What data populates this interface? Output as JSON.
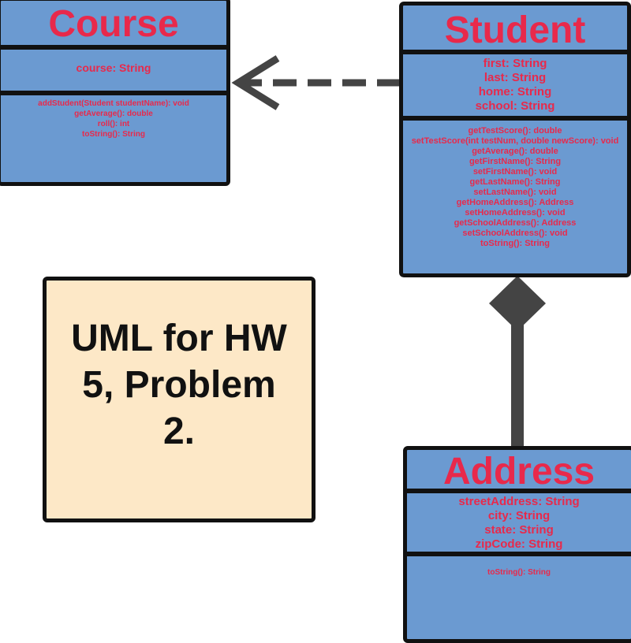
{
  "colors": {
    "class_fill": "#6b9ad1",
    "class_text": "#e8294b",
    "border": "#111111",
    "note_fill": "#fde8c7",
    "note_text": "#111111",
    "connector": "#444444"
  },
  "course": {
    "name": "Course",
    "attributes": [
      "course: String"
    ],
    "operations": [
      "addStudent(Student studentName): void",
      "getAverage(): double",
      "roll(): int",
      "toString(): String"
    ]
  },
  "student": {
    "name": "Student",
    "attributes": [
      "first: String",
      "last: String",
      "home: String",
      "school: String"
    ],
    "operations": [
      "getTestScore(): double",
      "setTestScore(int testNum, double newScore): void",
      "getAverage(): double",
      "getFirstName(): String",
      "setFirstName(): void",
      "getLastName(): String",
      "setLastName(): void",
      "getHomeAddress(): Address",
      "setHomeAddress(): void",
      "getSchoolAddress(): Address",
      "setSchoolAddress(): void",
      "toString(): String"
    ]
  },
  "address": {
    "name": "Address",
    "attributes": [
      "streetAddress: String",
      "city: String",
      "state: String",
      "zipCode: String"
    ],
    "operations": [
      "toString(): String"
    ]
  },
  "note": {
    "lines": [
      "UML for HW",
      "5, Problem",
      "2."
    ]
  },
  "relationships": [
    {
      "type": "dependency",
      "from": "Student",
      "to": "Course",
      "style": "dashed",
      "arrowhead": "open"
    },
    {
      "type": "composition",
      "whole": "Student",
      "part": "Address",
      "marker": "filled-diamond"
    }
  ]
}
